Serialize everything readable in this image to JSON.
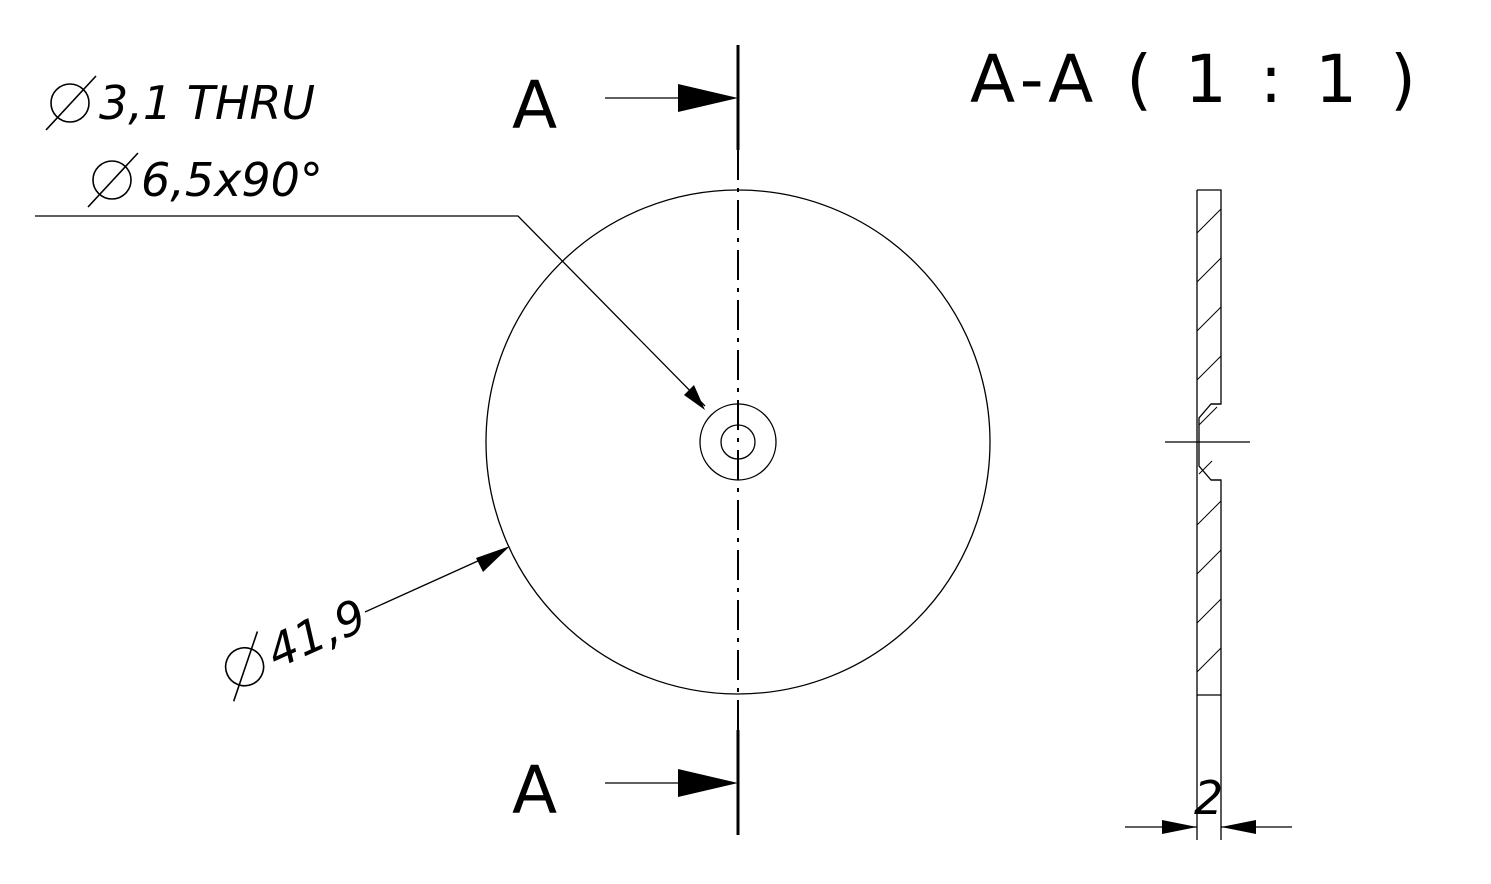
{
  "section_view": {
    "title": "A-A ( 1 : 1 )",
    "cut_label_top": "A",
    "cut_label_bottom": "A",
    "thickness_dimension": "2"
  },
  "front_view": {
    "outer_diameter_label": "41,9",
    "hole_callout_line1": "3,1 THRU",
    "hole_callout_line2": "6,5x90°",
    "diameter_symbol": "diameter-symbol"
  }
}
